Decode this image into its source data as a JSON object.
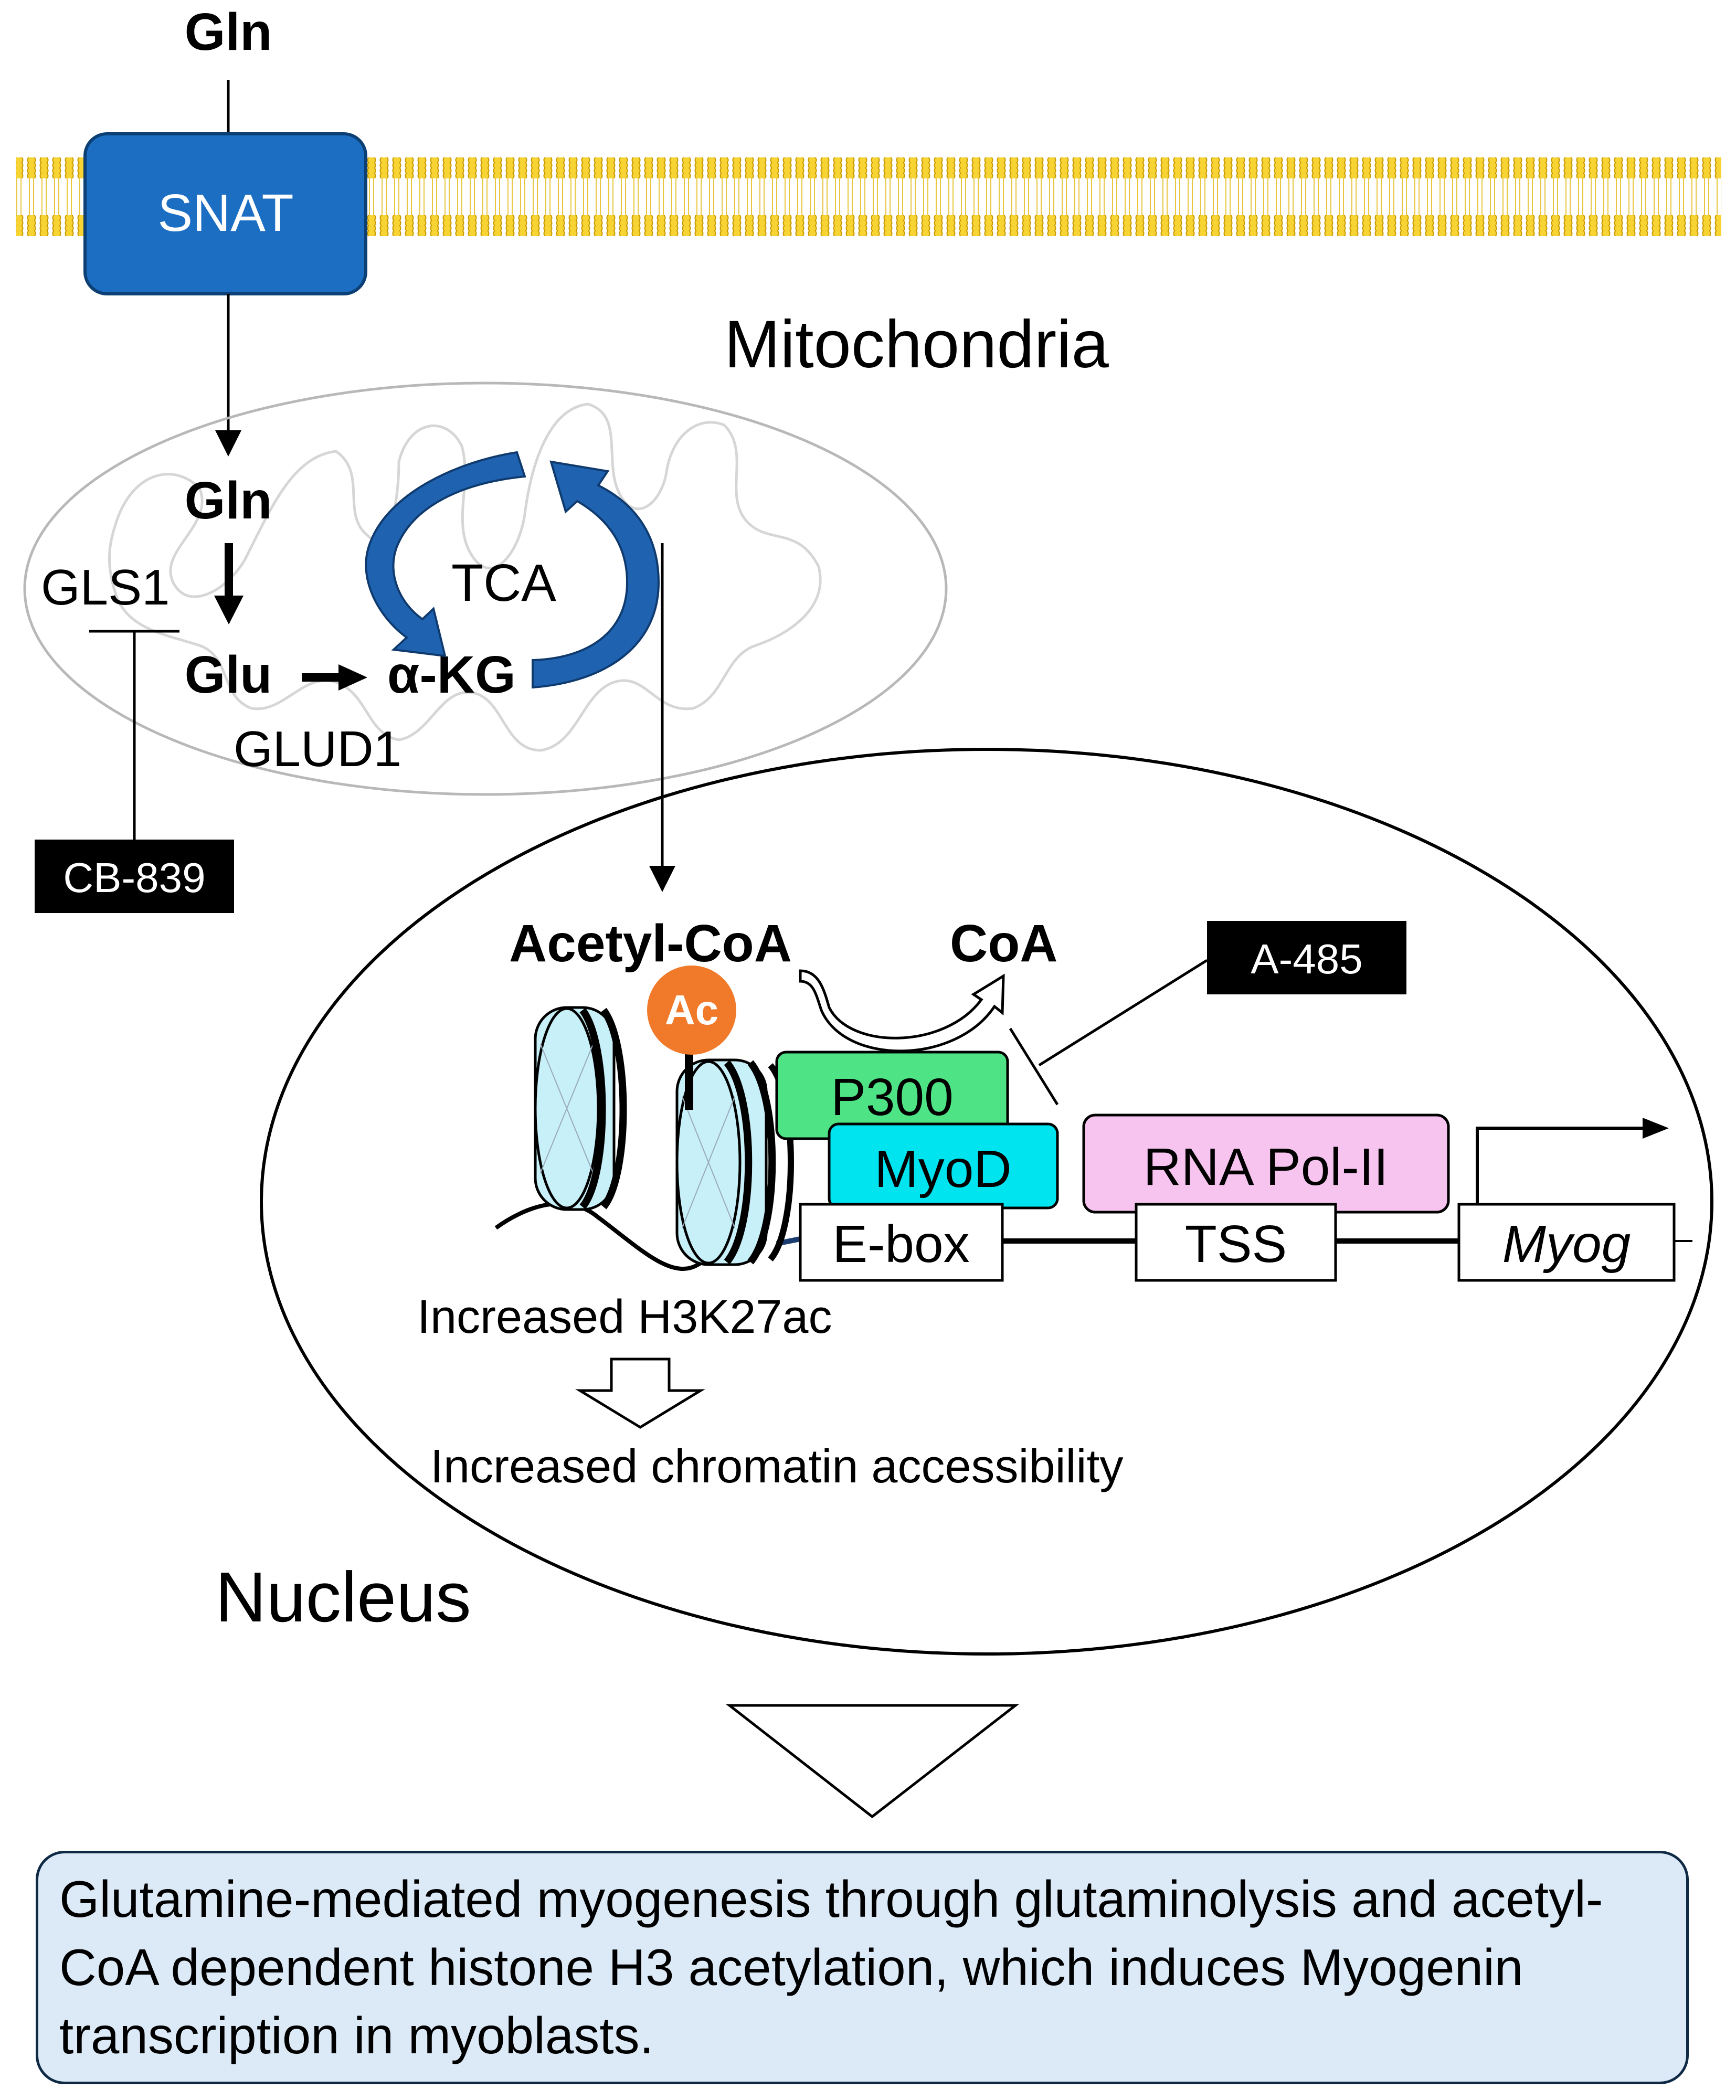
{
  "labels": {
    "gln_top": "Gln",
    "snat": "SNAT",
    "mitochondria": "Mitochondria",
    "gln_mito": "Gln",
    "gls1": "GLS1",
    "glu": "Glu",
    "akg": "α-KG",
    "tca": "TCA",
    "glud1": "GLUD1",
    "cb839": "CB-839",
    "acetyl_coa": "Acetyl-CoA",
    "coa": "CoA",
    "a485": "A-485",
    "ac": "Ac",
    "p300": "P300",
    "myod": "MyoD",
    "rna_pol": "RNA Pol-II",
    "ebox": "E-box",
    "tss": "TSS",
    "myog": "Myog",
    "h3k27ac": "Increased H3K27ac",
    "chromatin": "Increased chromatin accessibility",
    "nucleus": "Nucleus"
  },
  "summary": "Glutamine-mediated myogenesis through glutaminolysis and acetyl-CoA dependent histone H3 acetylation, which induces Myogenin transcription in myoblasts.",
  "colors": {
    "membrane": "#f2c81a",
    "snat": "#1b6ec2",
    "tca_arrow": "#1f62b0",
    "ac_circle": "#f07a2a",
    "p300": "#4ee486",
    "myod": "#00e4ef",
    "rna_pol": "#f7c4f0",
    "nucleosome": "#c8f0f8",
    "summary_bg": "#dce9f6"
  }
}
